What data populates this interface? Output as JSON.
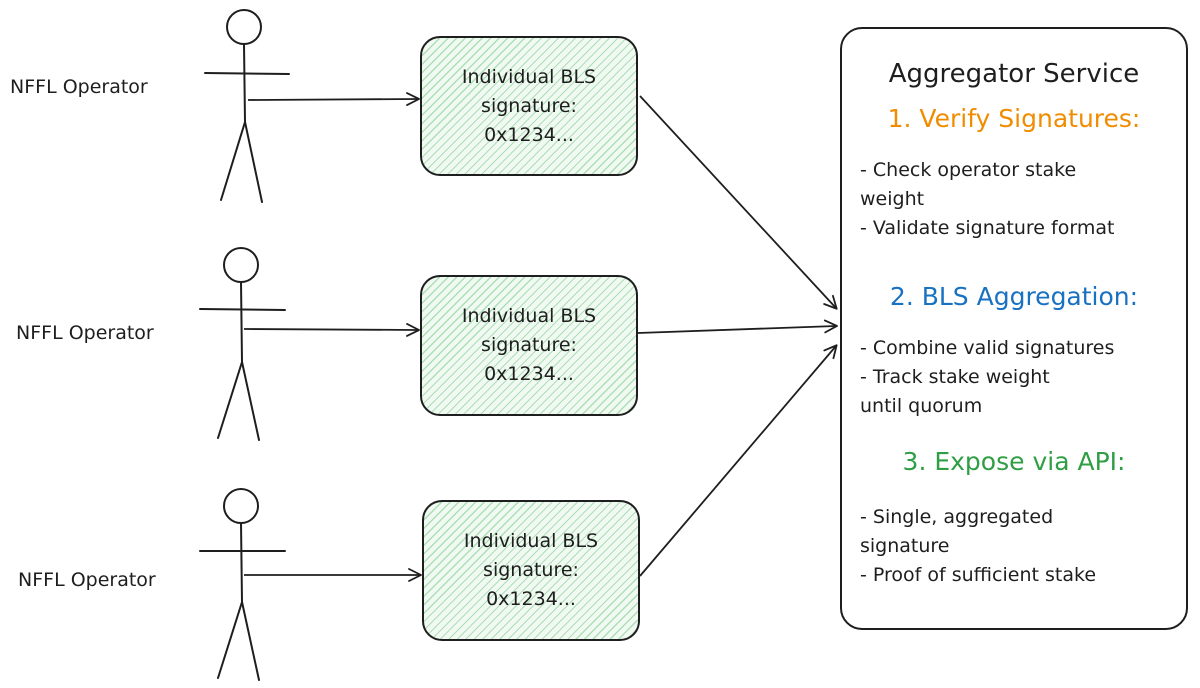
{
  "operators": [
    {
      "label": "NFFL Operator",
      "signature_lines": [
        "Individual BLS",
        "signature:",
        "0x1234..."
      ]
    },
    {
      "label": "NFFL Operator",
      "signature_lines": [
        "Individual BLS",
        "signature:",
        "0x1234..."
      ]
    },
    {
      "label": "NFFL Operator",
      "signature_lines": [
        "Individual BLS",
        "signature:",
        "0x1234..."
      ]
    }
  ],
  "service": {
    "title": "Aggregator Service",
    "sections": [
      {
        "heading": "1. Verify Signatures:",
        "color": "#f08c00",
        "lines": [
          "- Check operator stake",
          "weight",
          "- Validate signature format"
        ]
      },
      {
        "heading": "2. BLS Aggregation:",
        "color": "#1971c2",
        "lines": [
          "- Combine valid signatures",
          "- Track stake weight",
          "until quorum"
        ]
      },
      {
        "heading": "3. Expose via API:",
        "color": "#2f9e44",
        "lines": [
          "- Single, aggregated",
          "signature",
          "- Proof of sufficient stake"
        ]
      }
    ]
  },
  "colors": {
    "stroke": "#1e1e1e",
    "box_fill": "#b2f2bb"
  }
}
